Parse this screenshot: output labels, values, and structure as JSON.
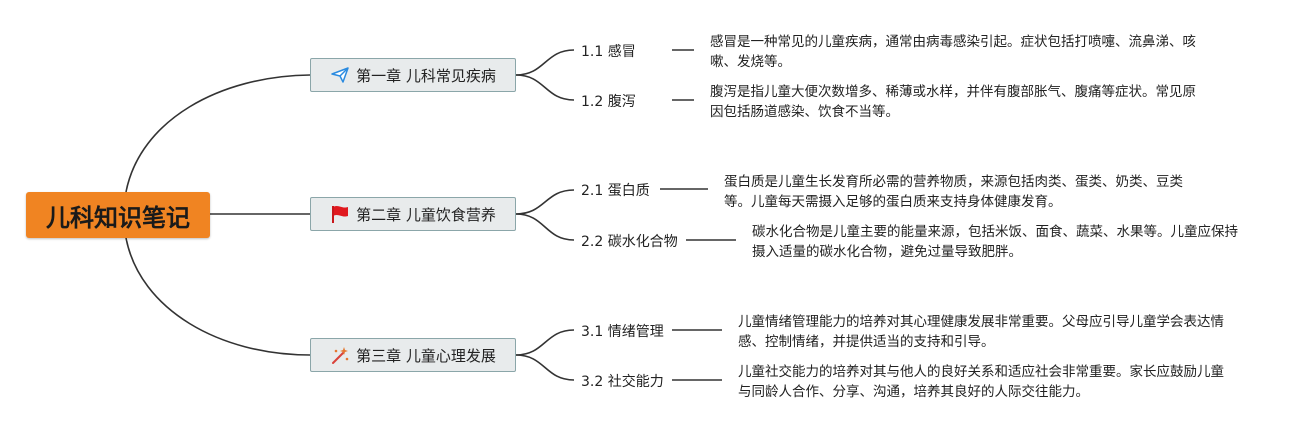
{
  "root": {
    "title": "儿科知识笔记"
  },
  "chapters": [
    {
      "label": "第一章 儿科常见疾病",
      "icon": "paper-plane-icon",
      "topics": [
        {
          "label": "1.1 感冒",
          "text": "感冒是一种常见的儿童疾病，通常由病毒感染引起。症状包括打喷嚏、流鼻涕、咳嗽、发烧等。"
        },
        {
          "label": "1.2 腹泻",
          "text": "腹泻是指儿童大便次数增多、稀薄或水样，并伴有腹部胀气、腹痛等症状。常见原因包括肠道感染、饮食不当等。"
        }
      ]
    },
    {
      "label": "第二章 儿童饮食营养",
      "icon": "red-flag-icon",
      "topics": [
        {
          "label": "2.1 蛋白质",
          "text": "蛋白质是儿童生长发育所必需的营养物质，来源包括肉类、蛋类、奶类、豆类等。儿童每天需摄入足够的蛋白质来支持身体健康发育。"
        },
        {
          "label": "2.2 碳水化合物",
          "text": "碳水化合物是儿童主要的能量来源，包括米饭、面食、蔬菜、水果等。儿童应保持摄入适量的碳水化合物，避免过量导致肥胖。"
        }
      ]
    },
    {
      "label": "第三章 儿童心理发展",
      "icon": "magic-wand-icon",
      "topics": [
        {
          "label": "3.1 情绪管理",
          "text": "儿童情绪管理能力的培养对其心理健康发展非常重要。父母应引导儿童学会表达情感、控制情绪，并提供适当的支持和引导。"
        },
        {
          "label": "3.2 社交能力",
          "text": "儿童社交能力的培养对其与他人的良好关系和适应社会非常重要。家长应鼓励儿童与同龄人合作、分享、沟通，培养其良好的人际交往能力。"
        }
      ]
    }
  ],
  "colors": {
    "root": "#f08422",
    "chapter_bg": "#e8ebec",
    "chapter_border": "#8ba6a9",
    "line": "#333333"
  }
}
